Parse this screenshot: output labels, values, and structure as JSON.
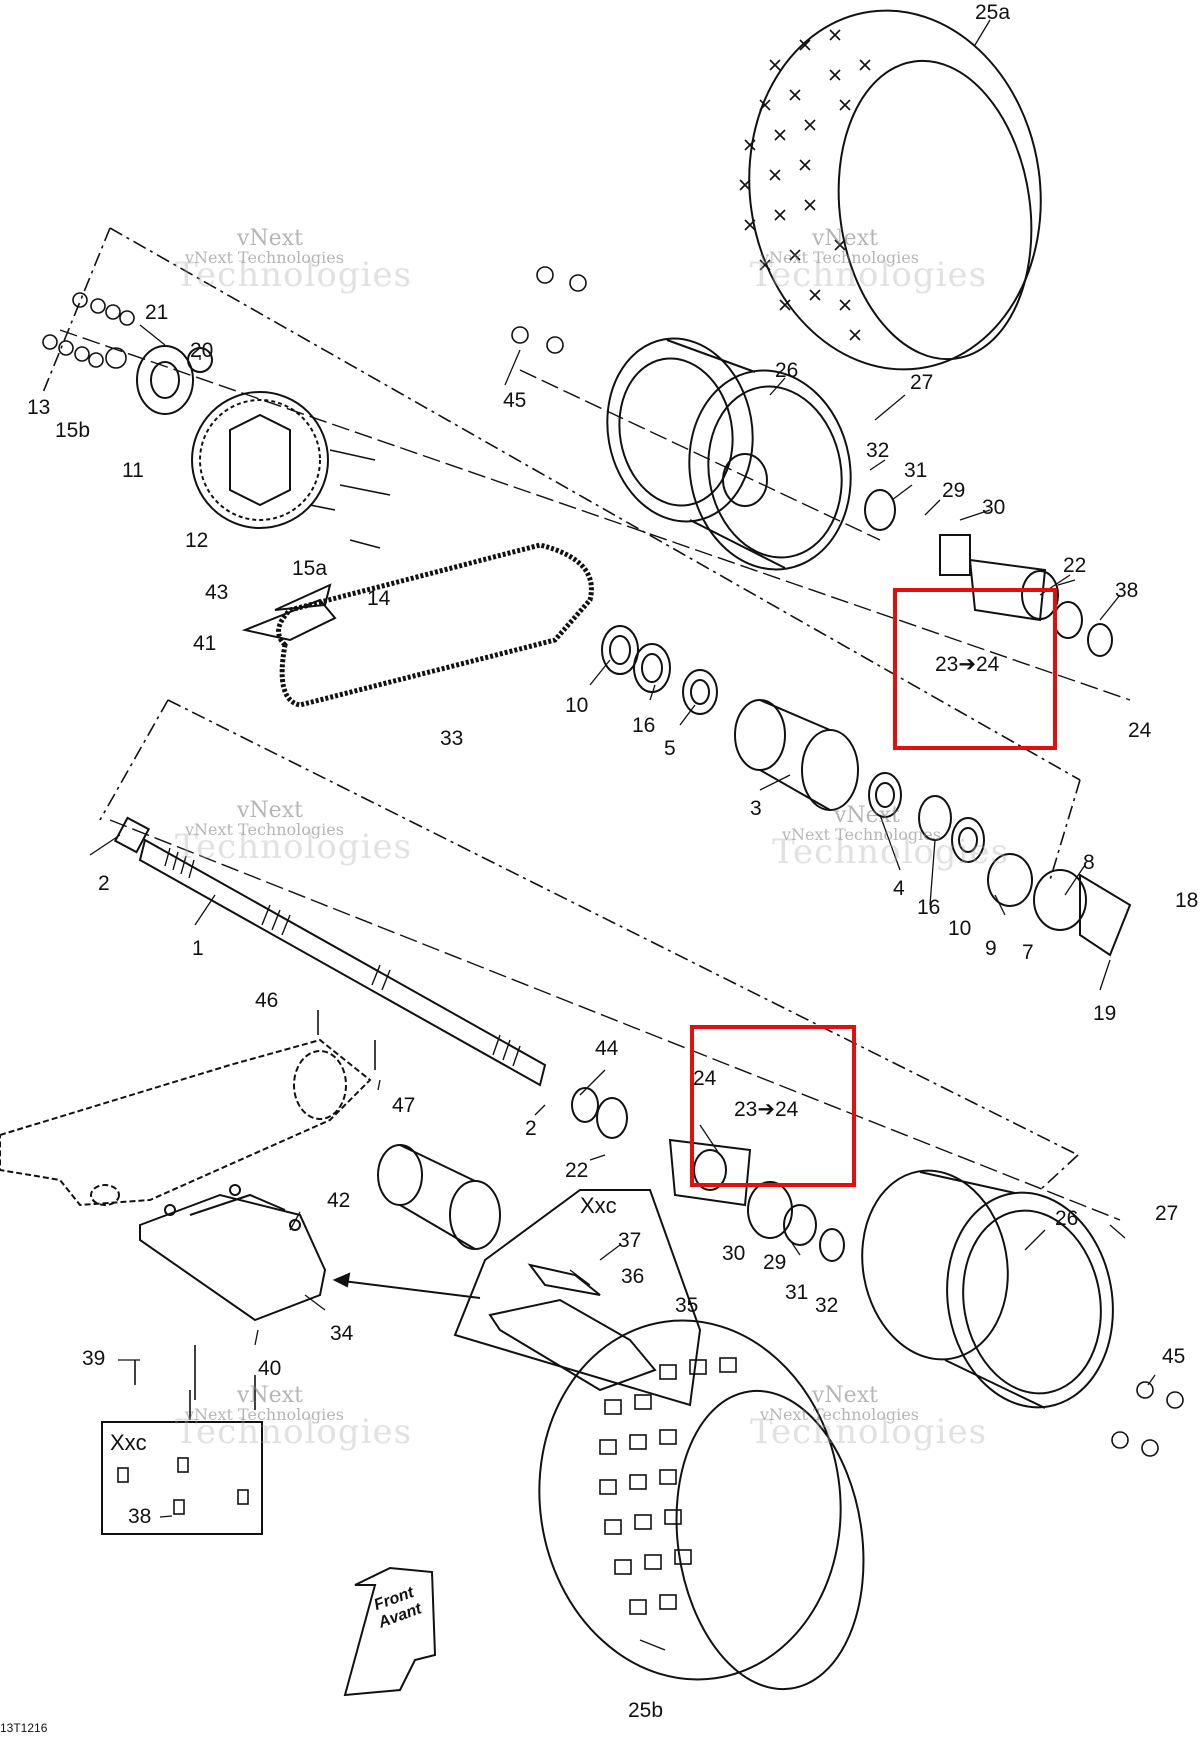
{
  "diagram": {
    "code": "13T1216",
    "watermark": {
      "line1": "vNext",
      "line2": "vNext Technologies",
      "line3": "Technologies"
    },
    "callouts": {
      "c25a": "25a",
      "c25b": "25b",
      "c26a": "26",
      "c26b": "26",
      "c27a": "27",
      "c27b": "27",
      "c45a": "45",
      "c45b": "45",
      "c21": "21",
      "c20": "20",
      "c13": "13",
      "c15b": "15b",
      "c11": "11",
      "c12": "12",
      "c15a": "15a",
      "c14": "14",
      "c43": "43",
      "c41": "41",
      "c33": "33",
      "c10a": "10",
      "c16a": "16",
      "c5": "5",
      "c3": "3",
      "c32a": "32",
      "c31a": "31",
      "c29a": "29",
      "c30a": "30",
      "c22a": "22",
      "c38a": "38",
      "c24a": "24",
      "c2a": "2",
      "c1": "1",
      "c4": "4",
      "c16b": "16",
      "c10b": "10",
      "c9": "9",
      "c7": "7",
      "c8": "8",
      "c18": "18",
      "c19": "19",
      "c46": "46",
      "c47": "47",
      "c44": "44",
      "c2b": "2",
      "c22b": "22",
      "c24b": "24",
      "c42": "42",
      "c30b": "30",
      "c29b": "29",
      "c31b": "31",
      "c32b": "32",
      "c37": "37",
      "c36": "36",
      "c35": "35",
      "c34": "34",
      "c39": "39",
      "c40": "40",
      "c38b": "38"
    },
    "highlight_box_1": {
      "label": "23➔24"
    },
    "highlight_box_2": {
      "label": "23➔24"
    },
    "xxc_top": "Xxc",
    "xxc_bottom": "Xxc",
    "front_label_1": "Front",
    "front_label_2": "Avant",
    "accent_color": "#e01010"
  }
}
